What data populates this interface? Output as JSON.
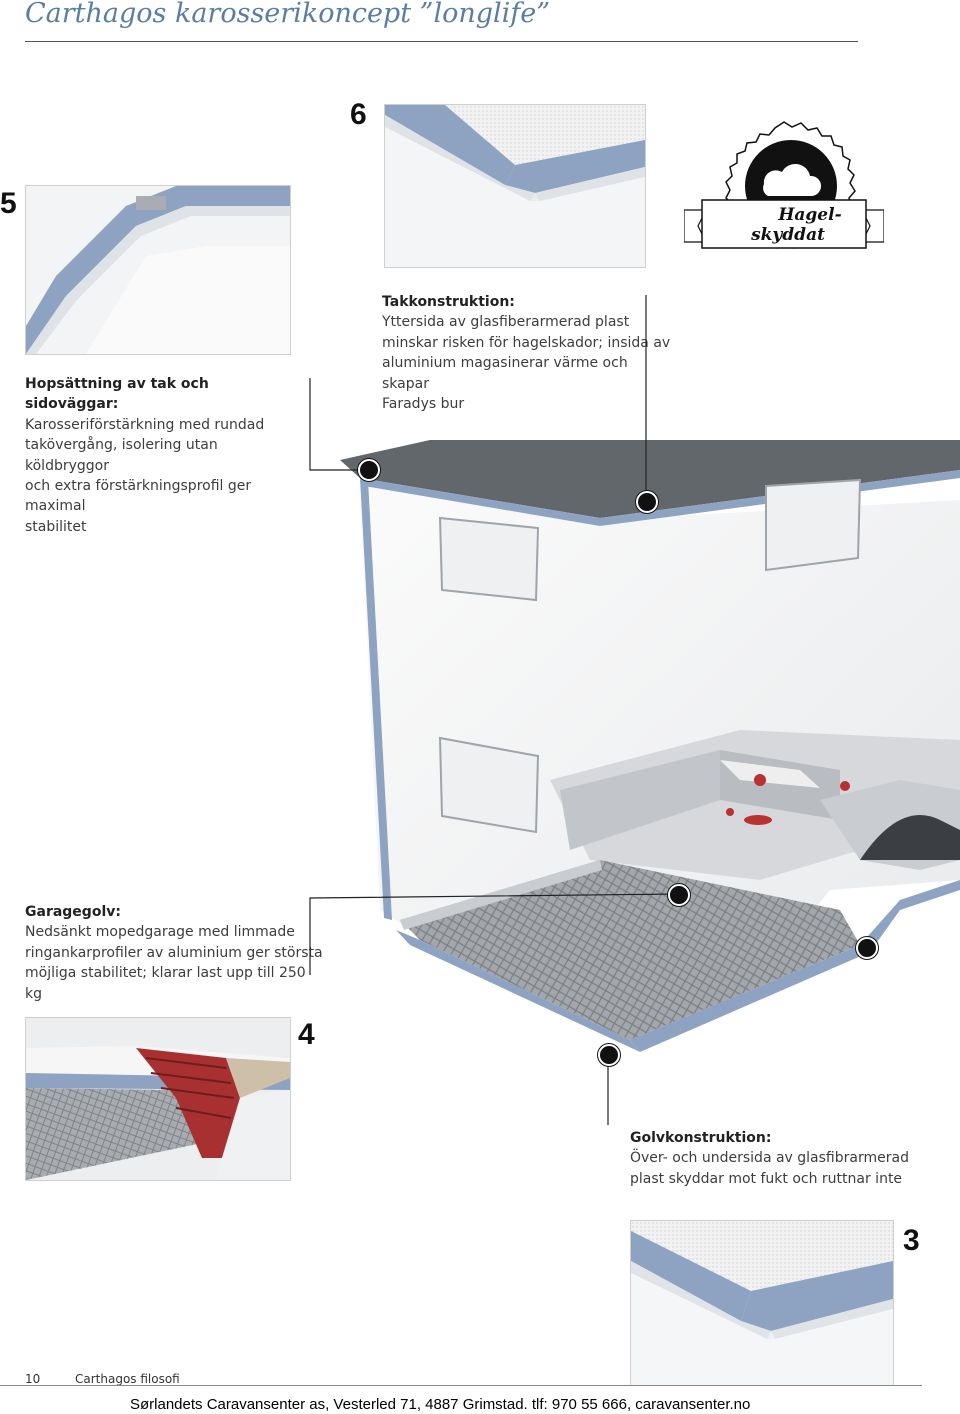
{
  "header": {
    "title": "Carthagos karosserikoncept ”longlife”"
  },
  "numbers": {
    "n6": "6",
    "n5": "5",
    "n4": "4",
    "n3": "3"
  },
  "badge": {
    "line1": "Hagel-",
    "line2": "skyddat",
    "icon": "hail-cloud-icon"
  },
  "callouts": {
    "roof": {
      "heading": "Takkonstruktion:",
      "lines": [
        "Yttersida av glasfiberarmerad plast",
        "minskar risken för hagelskador; insida av",
        "aluminium magasinerar värme och skapar",
        "Faradys bur"
      ]
    },
    "assembly": {
      "heading": "Hopsättning av tak och sidoväggar:",
      "lines": [
        "Karosseriförstärkning med rundad",
        "takövergång, isolering utan köldbryggor",
        "och extra förstärkningsprofil ger maximal",
        "stabilitet"
      ]
    },
    "garage": {
      "heading": "Garagegolv:",
      "lines": [
        "Nedsänkt mopedgarage med limmade",
        "ringankarprofiler av aluminium ger största",
        "möjliga stabilitet; klarar last upp till 250 kg"
      ]
    },
    "floor": {
      "heading": "Golvkonstruktion:",
      "lines": [
        "Över- och undersida av glasfibrarmerad",
        "plast skyddar mot fukt och ruttnar inte"
      ]
    }
  },
  "footer": {
    "page": "10",
    "section": "Carthagos filosofi",
    "dealer": "Sørlandets Caravansenter as, Vesterled 71, 4887 Grimstad. tlf: 970 55 666, caravansenter.no"
  },
  "colors": {
    "title": "#5b7da3",
    "insulation": "#8ea3c2",
    "roof": "#666b70",
    "profile_red": "#a83030"
  }
}
